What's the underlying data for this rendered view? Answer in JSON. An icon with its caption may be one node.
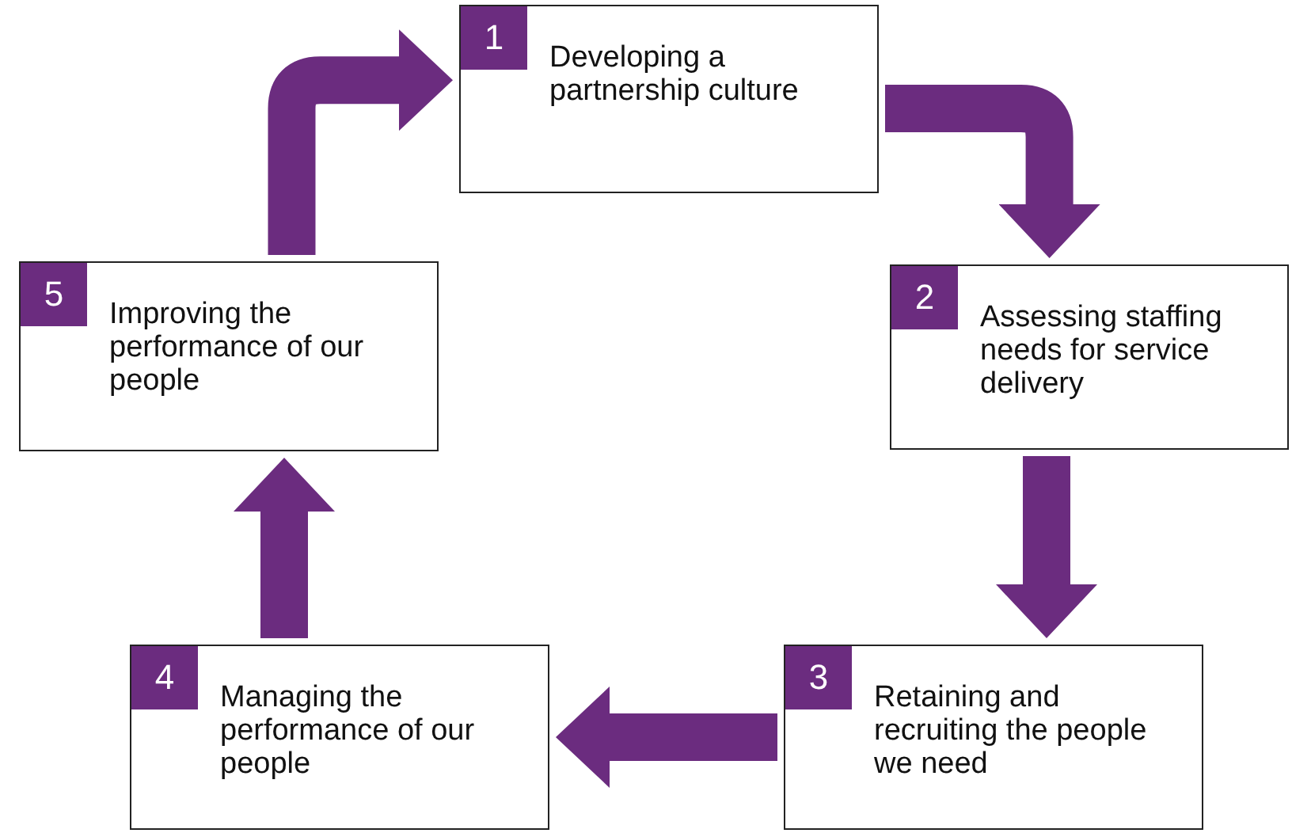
{
  "diagram": {
    "nodes": [
      {
        "text": [
          "1",
          "Developing a partnership culture"
        ]
      },
      {
        "text": [
          "2",
          "Assessing staffing needs for service delivery"
        ]
      },
      {
        "text": [
          "3",
          "Retaining and recruiting the people we need"
        ]
      },
      {
        "text": [
          "4",
          "Managing the performance of our people"
        ]
      },
      {
        "text": [
          "5",
          "Improving the performance of our people"
        ]
      }
    ],
    "edges": [
      {
        "from": 0,
        "to": 1,
        "arrow": "to"
      },
      {
        "from": 1,
        "to": 2,
        "arrow": "to"
      },
      {
        "from": 2,
        "to": 3,
        "arrow": "to"
      },
      {
        "from": 3,
        "to": 4,
        "arrow": "to"
      },
      {
        "from": 4,
        "to": 0,
        "arrow": "to"
      }
    ]
  }
}
